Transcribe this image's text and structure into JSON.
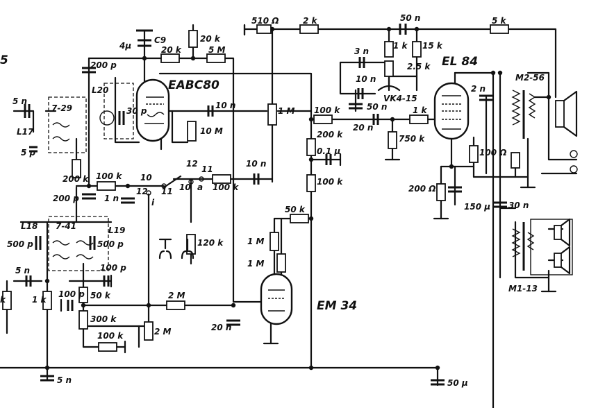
{
  "tubes": {
    "eabc80": "EABC80",
    "el84": "EL 84",
    "em34": "EM 34"
  },
  "labels": {
    "r_510": "510 Ω",
    "r_2k_top": "2 k",
    "c_50n_top": "50 n",
    "r_5k_top": "5 k",
    "c_c9": "C9",
    "c_4u": "4μ",
    "r_20k_v": "20 k",
    "r_20k_h": "20 k",
    "r_5m": "5 M",
    "c_200p_top": "200 p",
    "coil_l20": "L20",
    "c_30p": "30 p",
    "c_10n_a": "10 n",
    "pot_1m": "1 M",
    "r_10m": "10 M",
    "c_3n": "3 n",
    "r_1k_tone": "1 k",
    "r_15k": "15 k",
    "r_2_5k": "2.5 k",
    "c_10n_tone": "10 n",
    "vk": "VK4-15",
    "c_50n_tone": "50 n",
    "r_100k_a": "100 k",
    "c_20n_grid": "20 n",
    "r_1k_grid": "1 k",
    "r_750k": "750 k",
    "c_2n": "2 n",
    "m2": "M2-56",
    "r_200k": "200 k",
    "c_0_1u": "0.1 μ",
    "r_100k_b": "100 k",
    "r_100_cath": "100 Ω",
    "r_200_cath": "200 Ω",
    "c_150u": "150 μ",
    "c_30n": "30 n",
    "m1": "M1-13",
    "c_5n_left": "5 n",
    "coil_l17": "L17",
    "c_5p": "5 p",
    "if_7_29": "7-29",
    "r_200k_v": "200 k",
    "r_100k_sw": "100 k",
    "c_200p_bot": "200 p",
    "c_1n": "1 n",
    "c_10n_b": "10 n",
    "r_100k_c": "100 k",
    "sw_10a": "10",
    "sw_12a": "12",
    "sw_11a": "11",
    "sw_12b": "12",
    "sw_11b": "11",
    "sw_10b": "10",
    "sw_a": "a",
    "sw_i": "i",
    "r_120k": "120 k",
    "r_50k_em": "50 k",
    "r_1m_a": "1 M",
    "r_1m_b": "1 M",
    "coil_l18": "L18",
    "if_7_41": "7-41",
    "coil_l19": "L19",
    "c_500p_l": "500 p",
    "c_500p_r": "500 p",
    "c_5n_b": "5 n",
    "c_100p_a": "100 p",
    "r_1k_l": "1 k",
    "r_k_edge": "k",
    "c_100p_b": "100 p",
    "r_50k": "50 k",
    "r_300k": "300 k",
    "r_100k_d": "100 k",
    "r_2m_h": "2 M",
    "r_2m_v": "2 M",
    "c_20n_em": "20 n",
    "c_5n_bot": "5 n",
    "c_50u": "50 μ",
    "edge_5": "5"
  }
}
